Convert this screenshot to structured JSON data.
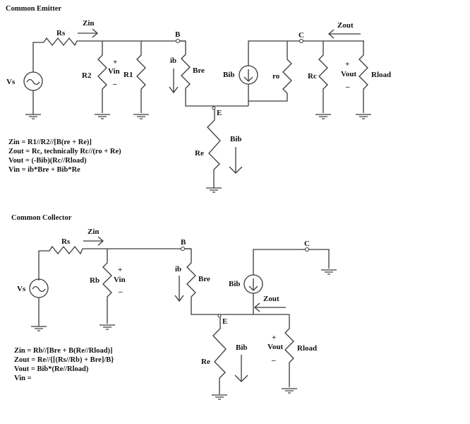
{
  "common_emitter": {
    "title": "Common Emitter",
    "labels": {
      "rs": "Rs",
      "zin": "Zin",
      "vs": "Vs",
      "r2": "R2",
      "vin": "Vin",
      "vin_plus": "+",
      "vin_minus": "–",
      "r1": "R1",
      "b": "B",
      "ib": "ib",
      "bre": "Bre",
      "bib_source": "Bib",
      "ro": "ro",
      "c": "C",
      "zout": "Zout",
      "rc": "Rc",
      "vout": "Vout",
      "vout_plus": "+",
      "vout_minus": "–",
      "rload": "Rload",
      "e": "E",
      "re": "Re",
      "bib_arrow": "Bib"
    },
    "equations": [
      "Zin = R1//R2//[B(re + Re)]",
      "Zout = Rc, technically Rc//(ro + Re)",
      "Vout = (-Bib)(Rc//Rload)",
      "Vin = ib*Bre + Bib*Re"
    ]
  },
  "common_collector": {
    "title": "Common   Collector",
    "labels": {
      "rs": "Rs",
      "zin": "Zin",
      "vs": "Vs",
      "rb": "Rb",
      "vin": "Vin",
      "vin_plus": "+",
      "vin_minus": "–",
      "b": "B",
      "ib": "ib",
      "bre": "Bre",
      "bib_source": "Bib",
      "c": "C",
      "zout": "Zout",
      "e": "E",
      "re": "Re",
      "bib_arrow": "Bib",
      "vout": "Vout",
      "vout_plus": "+",
      "vout_minus": "–",
      "rload": "Rload"
    },
    "equations": [
      "Zin =  Rb//[Bre + B(Re//Rload)]",
      "Zout = Re//{[(Rs//Rb) + Bre]/B}",
      "Vout = Bib*(Re//Rload)",
      "Vin ="
    ]
  }
}
